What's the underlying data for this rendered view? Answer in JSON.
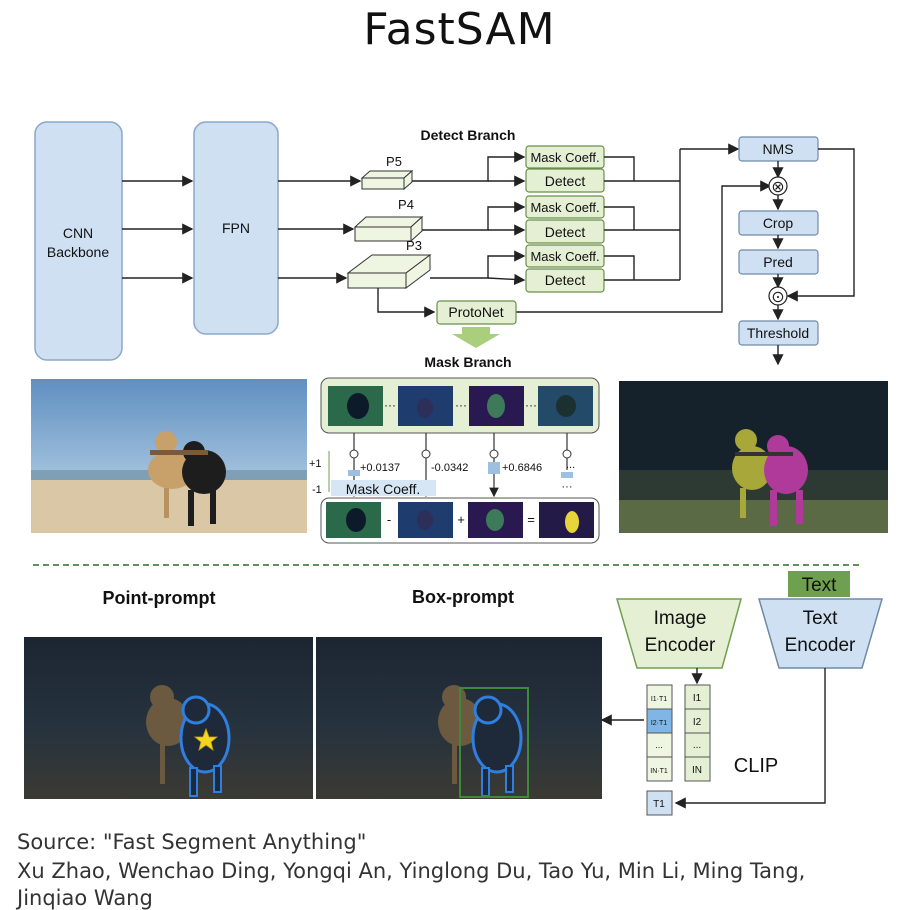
{
  "title": "FastSAM",
  "detect_branch": {
    "heading": "Detect Branch",
    "backbone": [
      "CNN",
      "Backbone"
    ],
    "fpn": "FPN",
    "levels": [
      "P5",
      "P4",
      "P3"
    ],
    "mask_coeff": "Mask Coeff.",
    "detect": "Detect",
    "protonet": "ProtoNet"
  },
  "post": {
    "nms": "NMS",
    "crop": "Crop",
    "pred": "Pred",
    "threshold": "Threshold",
    "multiply": "⊗",
    "dot": "⊙"
  },
  "mask_branch": {
    "heading": "Mask Branch",
    "coefficients": [
      "+0.0137",
      "-0.0342",
      "+0.6846",
      "..."
    ],
    "coeff_label": "Mask Coeff.",
    "plus_one": "+1",
    "minus_one": "-1",
    "ops": [
      "-",
      "+",
      "="
    ]
  },
  "prompts": {
    "point": "Point-prompt",
    "box": "Box-prompt"
  },
  "clip": {
    "text_tag": "Text",
    "image_encoder": [
      "Image",
      "Encoder"
    ],
    "text_encoder": [
      "Text",
      "Encoder"
    ],
    "label": "CLIP",
    "sim_cells": [
      "I1·T1",
      "I2·T1",
      "...",
      "IN·T1"
    ],
    "img_cells": [
      "I1",
      "I2",
      "...",
      "IN"
    ],
    "text_cell": "T1"
  },
  "source": {
    "line1": "Source: \"Fast Segment Anything\"",
    "line2": "Xu Zhao, Wenchao Ding, Yongqi An, Yinglong Du, Tao Yu, Min Li, Ming Tang,",
    "line3": "Jinqiao Wang"
  },
  "colors": {
    "blue_box": "#cfe0f3",
    "green_box": "#e4efd3",
    "dark_green": "#6ea04f",
    "selected_cell": "#7fb6e6"
  }
}
